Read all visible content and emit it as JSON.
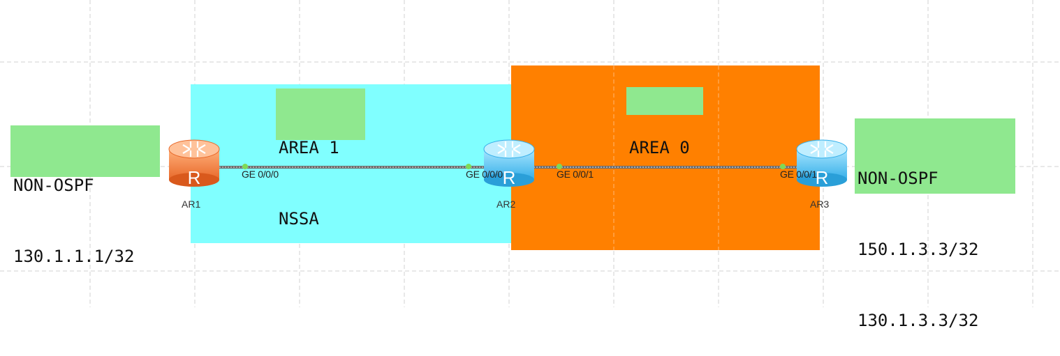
{
  "areas": [
    {
      "id": "area-1",
      "label_lines": [
        "AREA 1",
        "NSSA"
      ],
      "color": "#80ffff"
    },
    {
      "id": "area-0",
      "label_lines": [
        "AREA 0"
      ],
      "color": "#ff8000"
    }
  ],
  "notes": {
    "left": [
      "NON-OSPF",
      "130.1.1.1/32"
    ],
    "right": [
      "NON-OSPF",
      "150.1.3.3/32",
      "130.1.3.3/32"
    ],
    "color": "#8fe88f"
  },
  "routers": [
    {
      "name": "AR1",
      "icon": "router-icon",
      "color": "#f08a4b"
    },
    {
      "name": "AR2",
      "icon": "router-icon",
      "color": "#4fc3f7"
    },
    {
      "name": "AR3",
      "icon": "router-icon",
      "color": "#4fc3f7"
    }
  ],
  "links": [
    {
      "from": "AR1",
      "from_port": "GE 0/0/0",
      "to": "AR2",
      "to_port": "GE 0/0/0"
    },
    {
      "from": "AR2",
      "from_port": "GE 0/0/1",
      "to": "AR3",
      "to_port": "GE 0/0/1"
    }
  ]
}
